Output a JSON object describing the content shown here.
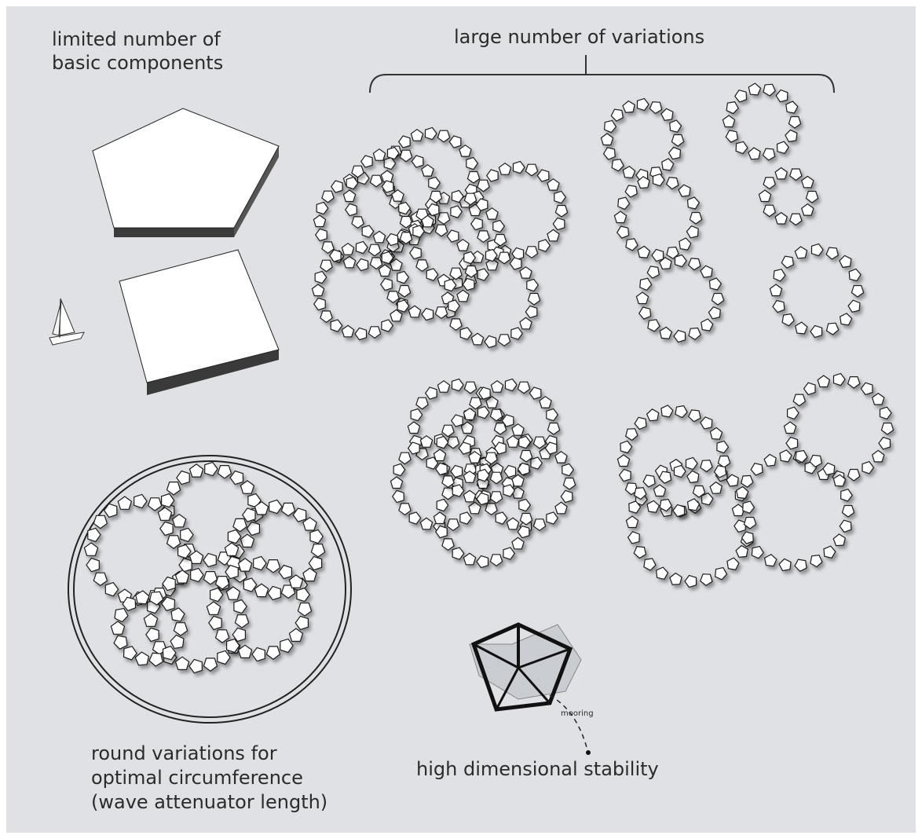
{
  "labels": {
    "components_line1": "limited number of",
    "components_line2": "basic components",
    "variations": "large number of variations",
    "round_line1": "round variations for",
    "round_line2": "optimal circumference",
    "round_line3": "(wave attenuator length)",
    "stability": "high dimensional stability",
    "mooring": "mooring"
  },
  "colors": {
    "background": "#dfe1e5",
    "tile_fill": "#ffffff",
    "tile_stroke": "#1c1c1c",
    "block_side": "#3c3c3c",
    "mooring_frame": "#111111"
  }
}
